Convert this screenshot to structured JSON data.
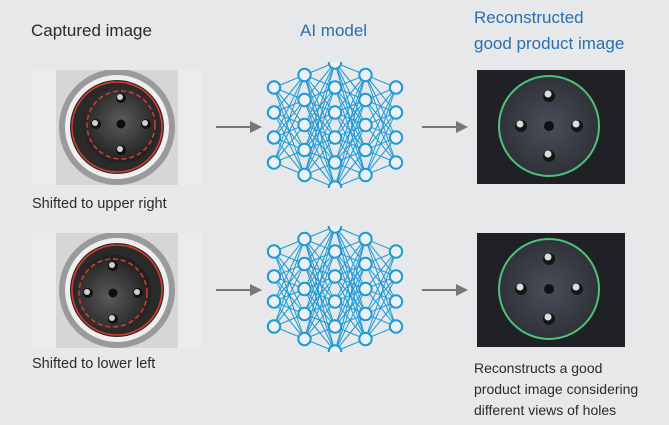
{
  "headers": {
    "captured": "Captured image",
    "model": "AI model",
    "reconstructed_line1": "Reconstructed",
    "reconstructed_line2": "good product image"
  },
  "rows": [
    {
      "caption": "Shifted to upper right"
    },
    {
      "caption": "Shifted to lower left"
    }
  ],
  "note": {
    "line1": "Reconstructs a good",
    "line2": "product image considering",
    "line3": "different views of holes"
  },
  "colors": {
    "accent_blue": "#2b6fae",
    "node_blue": "#1e9ad6",
    "arrow_gray": "#777777",
    "defect_red": "#d33b2c",
    "good_green": "#4ec27a"
  },
  "network": {
    "layers": [
      4,
      5,
      6,
      5,
      4
    ]
  }
}
